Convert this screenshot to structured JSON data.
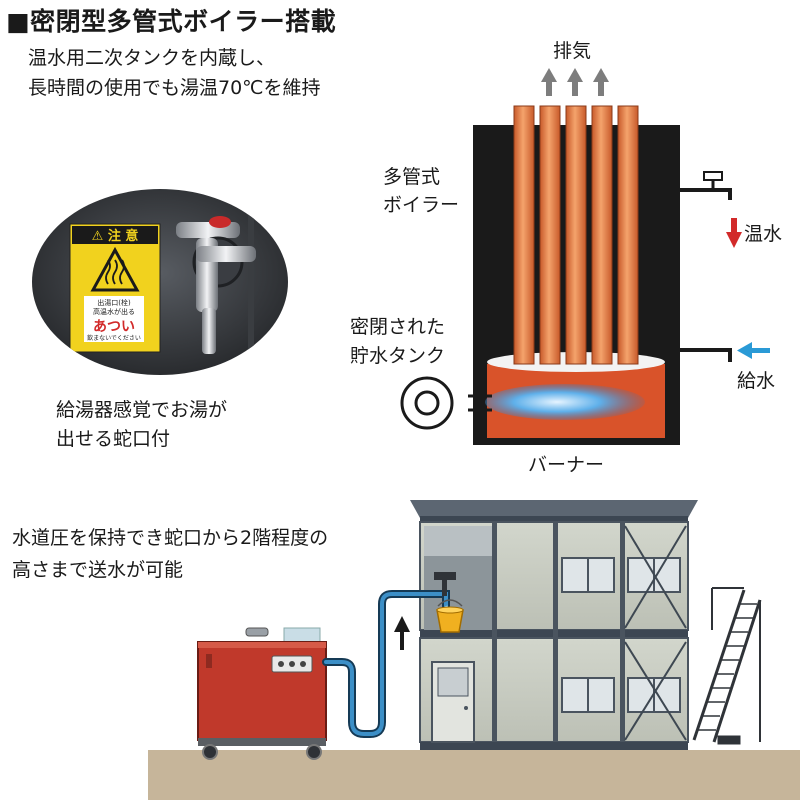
{
  "title": "■密閉型多管式ボイラー搭載",
  "intro": {
    "line1": "温水用二次タンクを内蔵し、",
    "line2": "長時間の使用でも湯温70℃を維持"
  },
  "boiler_diagram": {
    "exhaust_label": "排気",
    "multitube_label_1": "多管式",
    "multitube_label_2": "ボイラー",
    "hot_water_label": "温水",
    "sealed_tank_label_1": "密閉された",
    "sealed_tank_label_2": "貯水タンク",
    "feed_water_label": "給水",
    "burner_label": "バーナー"
  },
  "faucet_photo": {
    "caution_header": "⚠ 注 意",
    "sticker_line_1": "出湯口",
    "sticker_tag": "(栓)",
    "sticker_line_2": "高温水が出る",
    "sticker_hot": "あつい",
    "sticker_line_3": "飲まないでください",
    "caption_1": "給湯器感覚でお湯が",
    "caption_2": "出せる蛇口付"
  },
  "supply": {
    "caption_1": "水道圧を保持でき蛇口から2階程度の",
    "caption_2": "高さまで送水が可能"
  },
  "colors": {
    "tank_orange": "#d9532a",
    "tube_orange": "#e07a45",
    "hot_arrow": "#d22a2a",
    "cold_arrow": "#2a9ad6",
    "machine_red": "#c0392b",
    "hose_blue": "#3c8fc7",
    "bucket_yellow": "#f0b020"
  }
}
